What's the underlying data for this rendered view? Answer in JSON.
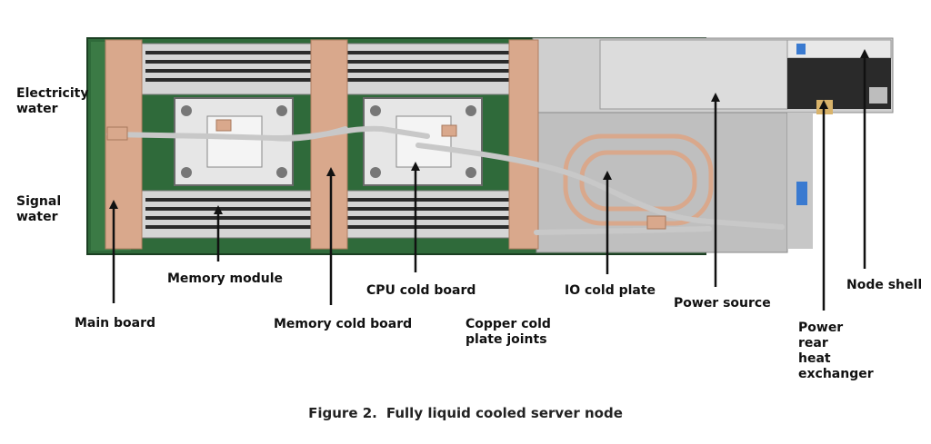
{
  "labels": {
    "electricity_water": "Electricity\nwater",
    "signal_water": "Signal\nwater",
    "main_board": "Main board",
    "memory_module": "Memory module",
    "memory_cold_board": "Memory cold board",
    "cpu_cold_board": "CPU cold board",
    "copper_joints": "Copper cold\nplate joints",
    "io_cold_plate": "IO cold plate",
    "power_source": "Power source",
    "power_rear": "Power\n rear\n heat\n  exchanger",
    "node_shell": "Node shell"
  },
  "caption": {
    "number": "Figure 2.",
    "text": "Fully liquid cooled server node"
  },
  "colors": {
    "board_green": "#2f6a3a",
    "copper": "#d9a88c",
    "pipe": "#c8c8c8",
    "shell": "#b9b9b9",
    "leader": "#111111"
  }
}
